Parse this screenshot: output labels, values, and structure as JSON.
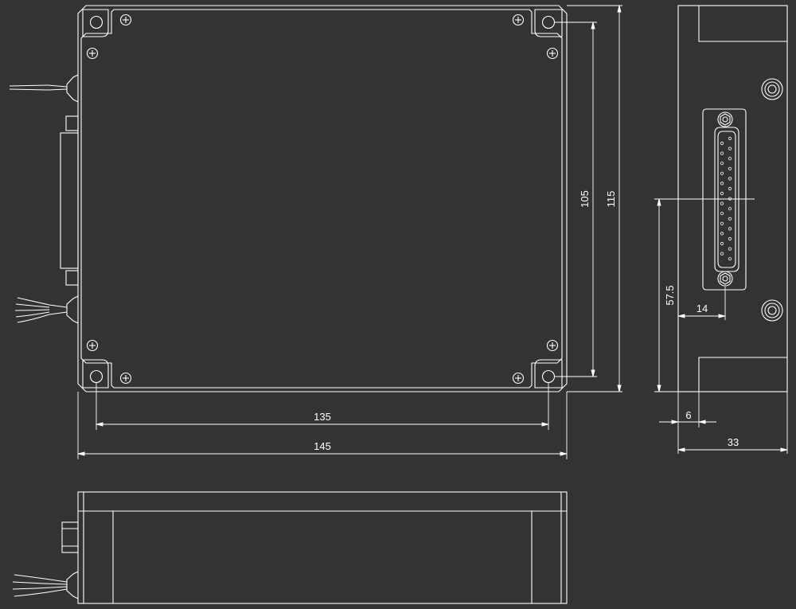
{
  "colors": {
    "background": "#333333",
    "line": "#ffffff"
  },
  "dimensions": {
    "hole_spacing_width": "135",
    "overall_width": "145",
    "hole_spacing_height": "105",
    "overall_height": "115",
    "connector_offset": "57.5",
    "connector_depth": "14",
    "flange_depth": "6",
    "overall_depth": "33"
  },
  "views": [
    "top-view",
    "side-view",
    "front-view"
  ]
}
